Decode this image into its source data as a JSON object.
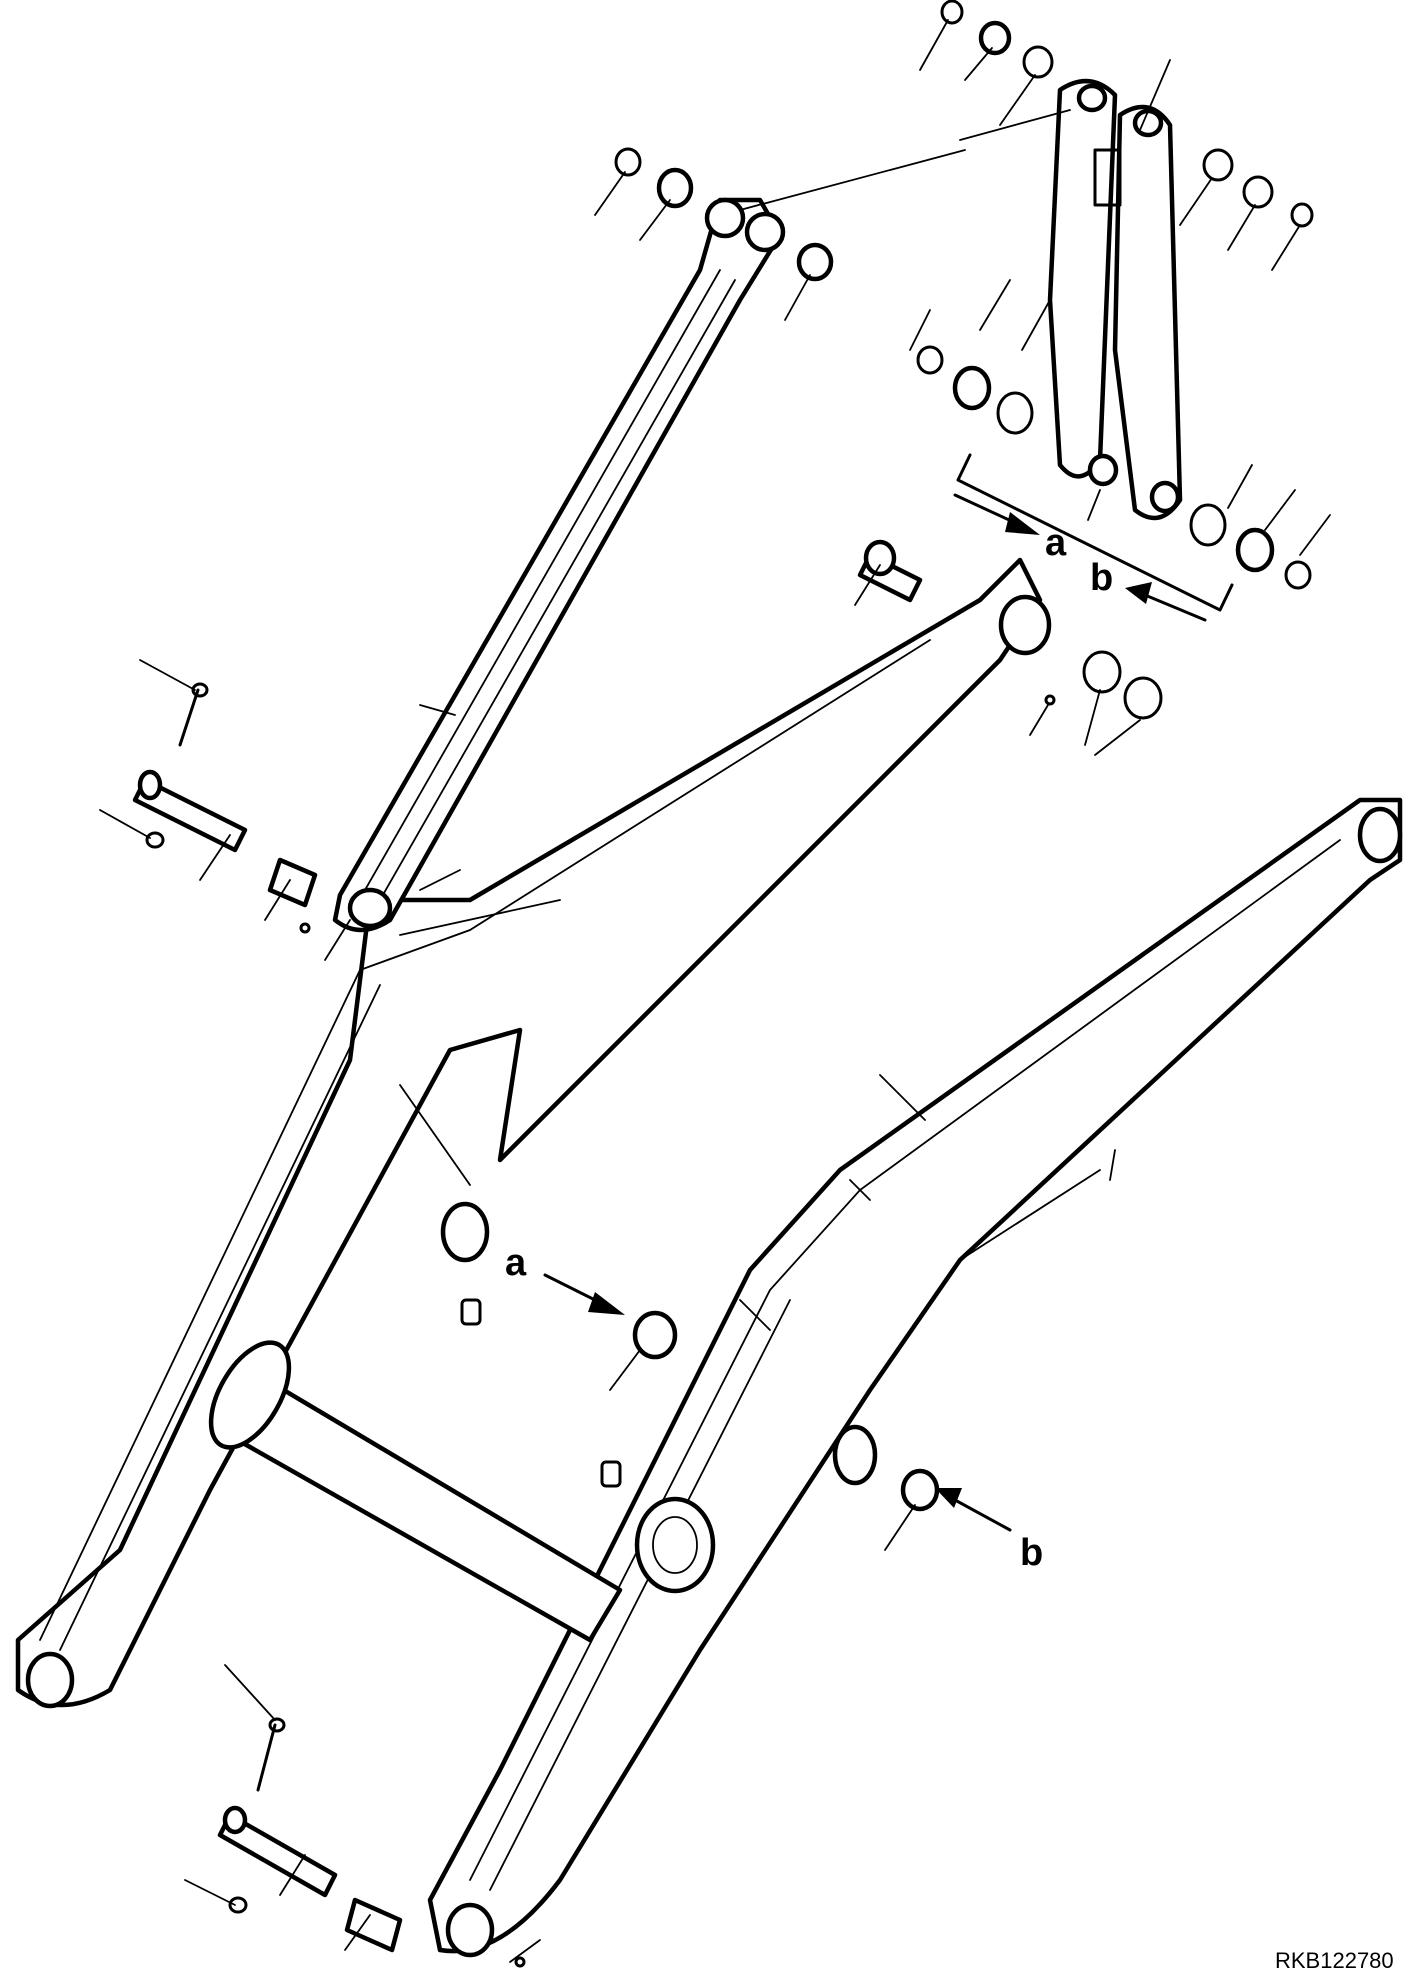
{
  "drawing": {
    "drawing_number": "RKB122780",
    "callout_labels": [
      "a",
      "b"
    ]
  }
}
